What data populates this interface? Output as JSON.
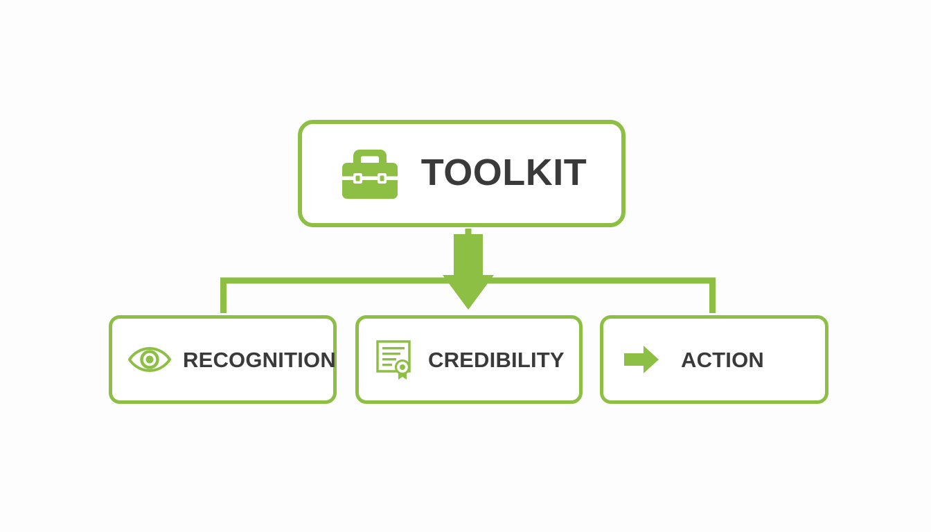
{
  "diagram": {
    "type": "hierarchy-flow",
    "title_node": {
      "label": "TOOLKIT",
      "icon": "briefcase-icon"
    },
    "children": [
      {
        "label": "RECOGNITION",
        "icon": "eye-icon"
      },
      {
        "label": "CREDIBILITY",
        "icon": "certificate-icon"
      },
      {
        "label": "ACTION",
        "icon": "arrow-right-icon"
      }
    ],
    "connector": {
      "icon": "arrow-down-icon",
      "direction": "down"
    },
    "colors": {
      "accent": "#8cbf43",
      "text": "#3a3a3a",
      "card_fill": "#ffffff",
      "background": "#fdfdfd"
    }
  }
}
